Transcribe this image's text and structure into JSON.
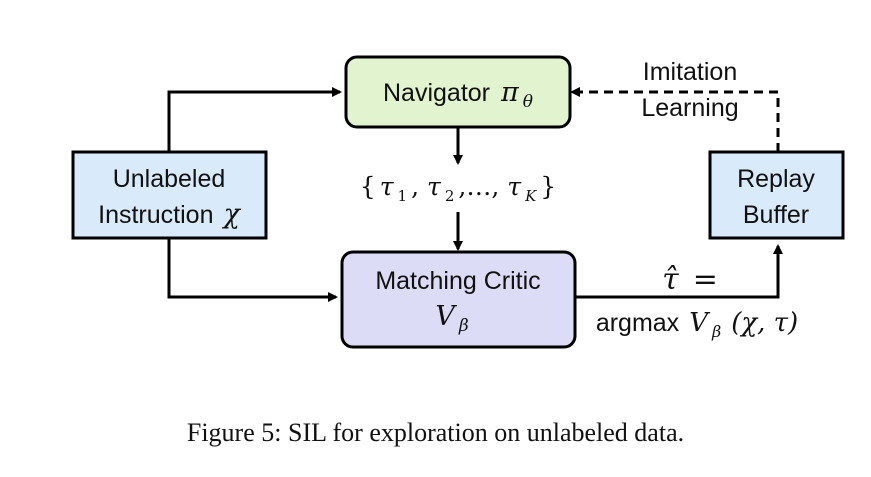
{
  "nodes": {
    "navigator": {
      "label": "Navigator",
      "symbol": "π",
      "subscript": "θ",
      "fill": "#e2f3cf"
    },
    "instruction": {
      "line1": "Unlabeled",
      "line2": "Instruction",
      "symbol": "χ",
      "fill": "#d9eafa"
    },
    "critic": {
      "line1": "Matching Critic",
      "symbol": "V",
      "subscript": "β",
      "fill": "#dcdcf6"
    },
    "buffer": {
      "line1": "Replay",
      "line2": "Buffer",
      "fill": "#d9eafa"
    }
  },
  "edges": {
    "trajectories": {
      "open": "{",
      "t1": "τ",
      "s1": "1",
      "t2": "τ",
      "s2": "2",
      "mid": ",…, ",
      "tk": "τ",
      "sk": "K",
      "close": "}"
    },
    "imitation": {
      "line1": "Imitation",
      "line2": "Learning"
    },
    "selection": {
      "tau_hat": "τ̂",
      "eq": "=",
      "argmax": "argmax",
      "V": "V",
      "sub": "β",
      "args": "(χ, τ)"
    }
  },
  "caption": "Figure 5: SIL for exploration on unlabeled data."
}
